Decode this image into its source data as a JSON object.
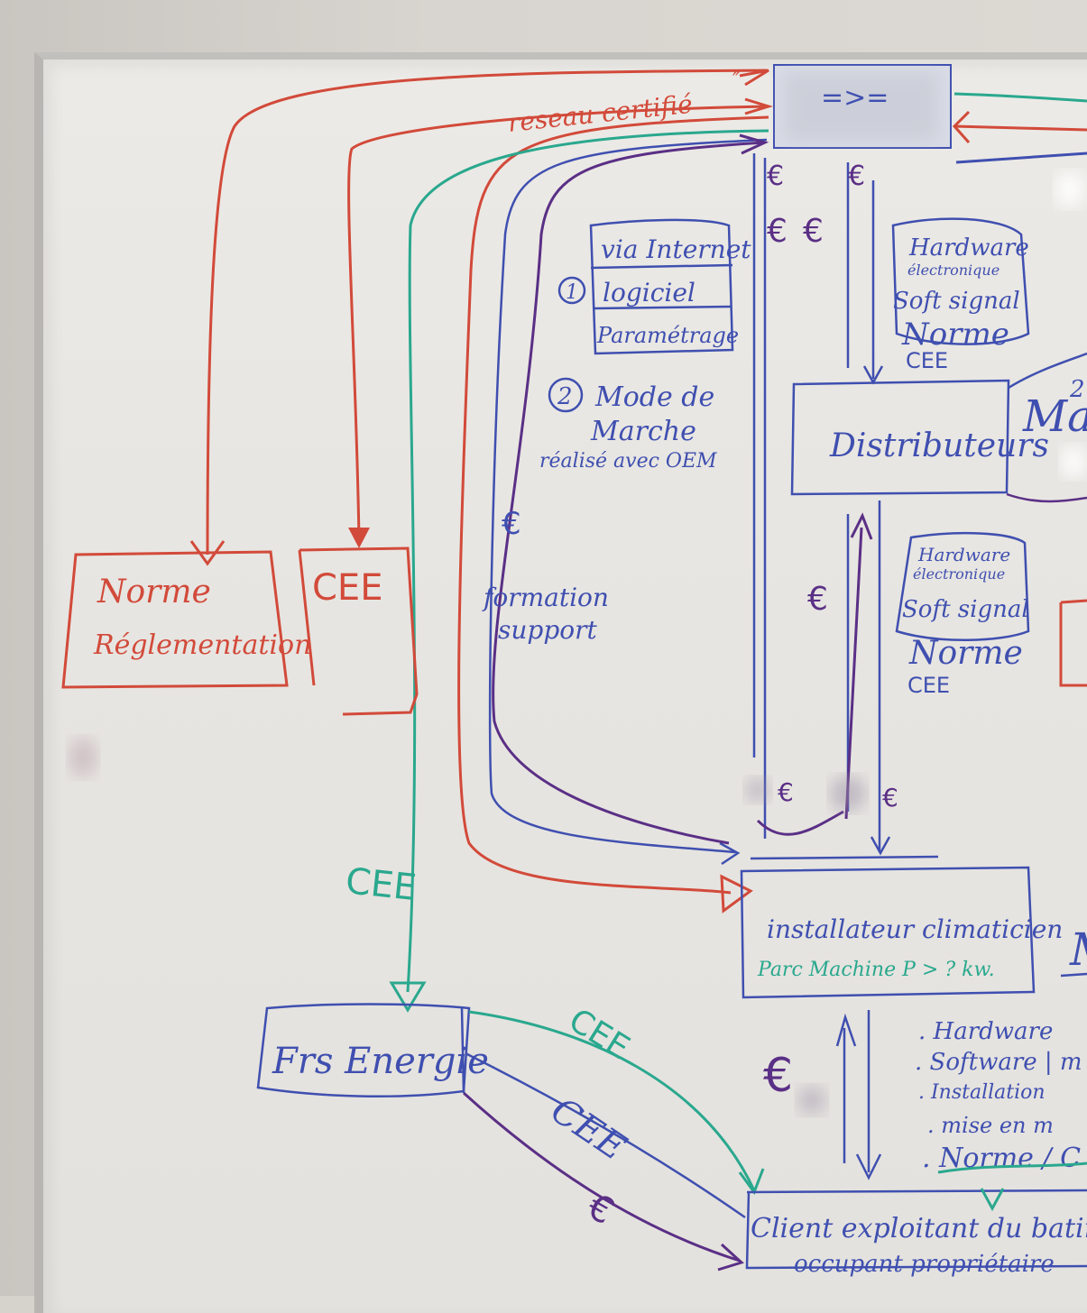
{
  "top_box": {
    "label": "=>="
  },
  "reseau_certifie": "reseau certifié",
  "reseau_marks": "″",
  "norme_box": {
    "line1": "Norme",
    "line2": "Réglementation"
  },
  "cee_box": {
    "label": "CEE"
  },
  "options": {
    "num1": "1",
    "item1": "via Internet",
    "item2": "logiciel",
    "item3": "Paramétrage",
    "num2": "2",
    "mode_line1": "Mode de",
    "mode_line2": "Marche",
    "mode_line3": "réalisé avec OEM"
  },
  "formation": {
    "line1": "formation",
    "line2": "support"
  },
  "euro": "€",
  "hardware_top": {
    "line1": "Hardware",
    "line2": "électronique",
    "line3": "Soft signal",
    "line4": "Norme",
    "line5": "CEE"
  },
  "distributeurs": "Distributeurs",
  "marge_partial": "Ma",
  "marge_sup": "2",
  "hardware_mid": {
    "line1": "Hardware",
    "line2": "électronique",
    "line3": "Soft signal",
    "line4": "Norme",
    "line5": "CEE"
  },
  "cee_green_left": "CEE",
  "installateur": {
    "line1": "installateur climaticien",
    "line2": "Parc Machine P > ? kw."
  },
  "installateur_right_partial": "M",
  "frs_energie": "Frs Energie",
  "cee_diag_green": "CEE",
  "cee_diag_blue": "CEE",
  "bottom_list": {
    "item1": ". Hardware",
    "item2": ". Software | m",
    "item3": ". Installation",
    "item4": ". mise en m",
    "item5": ". Norme / C"
  },
  "client_box": {
    "line1": "Client exploitant du batim",
    "line2": "occupant propriétaire"
  },
  "colors": {
    "red": "#d24a3a",
    "blue": "#3f4fb0",
    "teal": "#2aa88e",
    "purple": "#5a2f86",
    "board": "#e9e7e3"
  }
}
